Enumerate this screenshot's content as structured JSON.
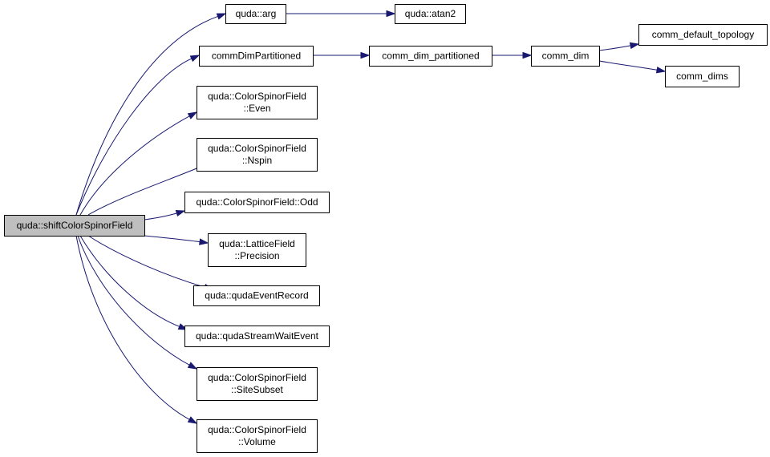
{
  "nodes": [
    {
      "id": "root",
      "lines": [
        "quda::shiftColorSpinorField"
      ],
      "root": true
    },
    {
      "id": "arg",
      "lines": [
        "quda::arg"
      ]
    },
    {
      "id": "atan2",
      "lines": [
        "quda::atan2"
      ]
    },
    {
      "id": "commDimPartitioned",
      "lines": [
        "commDimPartitioned"
      ]
    },
    {
      "id": "comm_dim_partitioned",
      "lines": [
        "comm_dim_partitioned"
      ]
    },
    {
      "id": "comm_dim",
      "lines": [
        "comm_dim"
      ]
    },
    {
      "id": "comm_default_topology",
      "lines": [
        "comm_default_topology"
      ]
    },
    {
      "id": "comm_dims",
      "lines": [
        "comm_dims"
      ]
    },
    {
      "id": "even",
      "lines": [
        "quda::ColorSpinorField",
        "::Even"
      ]
    },
    {
      "id": "nspin",
      "lines": [
        "quda::ColorSpinorField",
        "::Nspin"
      ]
    },
    {
      "id": "odd",
      "lines": [
        "quda::ColorSpinorField::Odd"
      ]
    },
    {
      "id": "precision",
      "lines": [
        "quda::LatticeField",
        "::Precision"
      ]
    },
    {
      "id": "eventRecord",
      "lines": [
        "quda::qudaEventRecord"
      ]
    },
    {
      "id": "streamWait",
      "lines": [
        "quda::qudaStreamWaitEvent"
      ]
    },
    {
      "id": "siteSubset",
      "lines": [
        "quda::ColorSpinorField",
        "::SiteSubset"
      ]
    },
    {
      "id": "volume",
      "lines": [
        "quda::ColorSpinorField",
        "::Volume"
      ]
    }
  ],
  "edges": [
    {
      "from": "root",
      "to": "arg"
    },
    {
      "from": "root",
      "to": "commDimPartitioned"
    },
    {
      "from": "root",
      "to": "even"
    },
    {
      "from": "root",
      "to": "nspin"
    },
    {
      "from": "root",
      "to": "odd"
    },
    {
      "from": "root",
      "to": "precision"
    },
    {
      "from": "root",
      "to": "eventRecord"
    },
    {
      "from": "root",
      "to": "streamWait"
    },
    {
      "from": "root",
      "to": "siteSubset"
    },
    {
      "from": "root",
      "to": "volume"
    },
    {
      "from": "arg",
      "to": "atan2"
    },
    {
      "from": "commDimPartitioned",
      "to": "comm_dim_partitioned"
    },
    {
      "from": "comm_dim_partitioned",
      "to": "comm_dim"
    },
    {
      "from": "comm_dim",
      "to": "comm_default_topology"
    },
    {
      "from": "comm_dim",
      "to": "comm_dims"
    }
  ],
  "colors": {
    "edge": "#191970",
    "node_fill": "#ffffff",
    "root_fill": "#bfbfbf",
    "border": "#000000"
  }
}
